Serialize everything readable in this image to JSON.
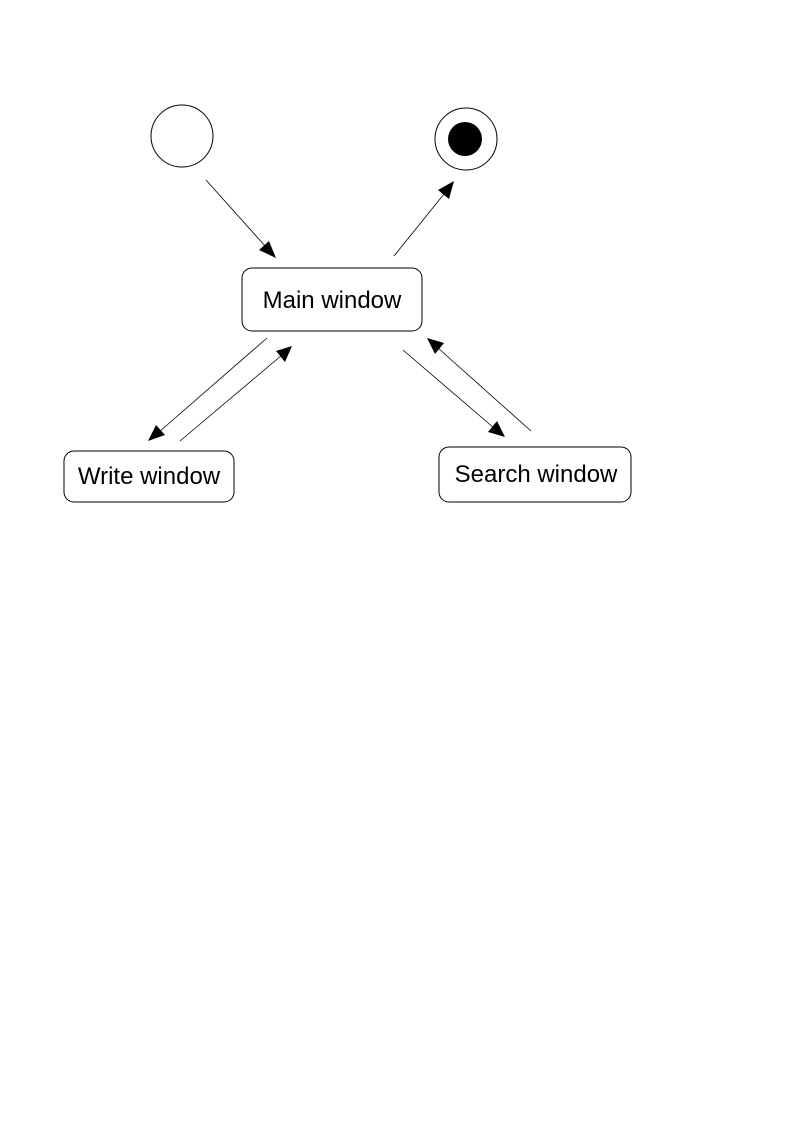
{
  "diagram": {
    "states": {
      "main": "Main window",
      "write": "Write window",
      "search": "Search window"
    },
    "pseudo_states": {
      "initial": "initial-state",
      "final": "final-state"
    },
    "transitions": [
      {
        "from": "initial",
        "to": "main"
      },
      {
        "from": "main",
        "to": "final"
      },
      {
        "from": "main",
        "to": "write"
      },
      {
        "from": "write",
        "to": "main"
      },
      {
        "from": "main",
        "to": "search"
      },
      {
        "from": "search",
        "to": "main"
      }
    ],
    "colors": {
      "line": "#000000",
      "background": "#ffffff"
    }
  }
}
